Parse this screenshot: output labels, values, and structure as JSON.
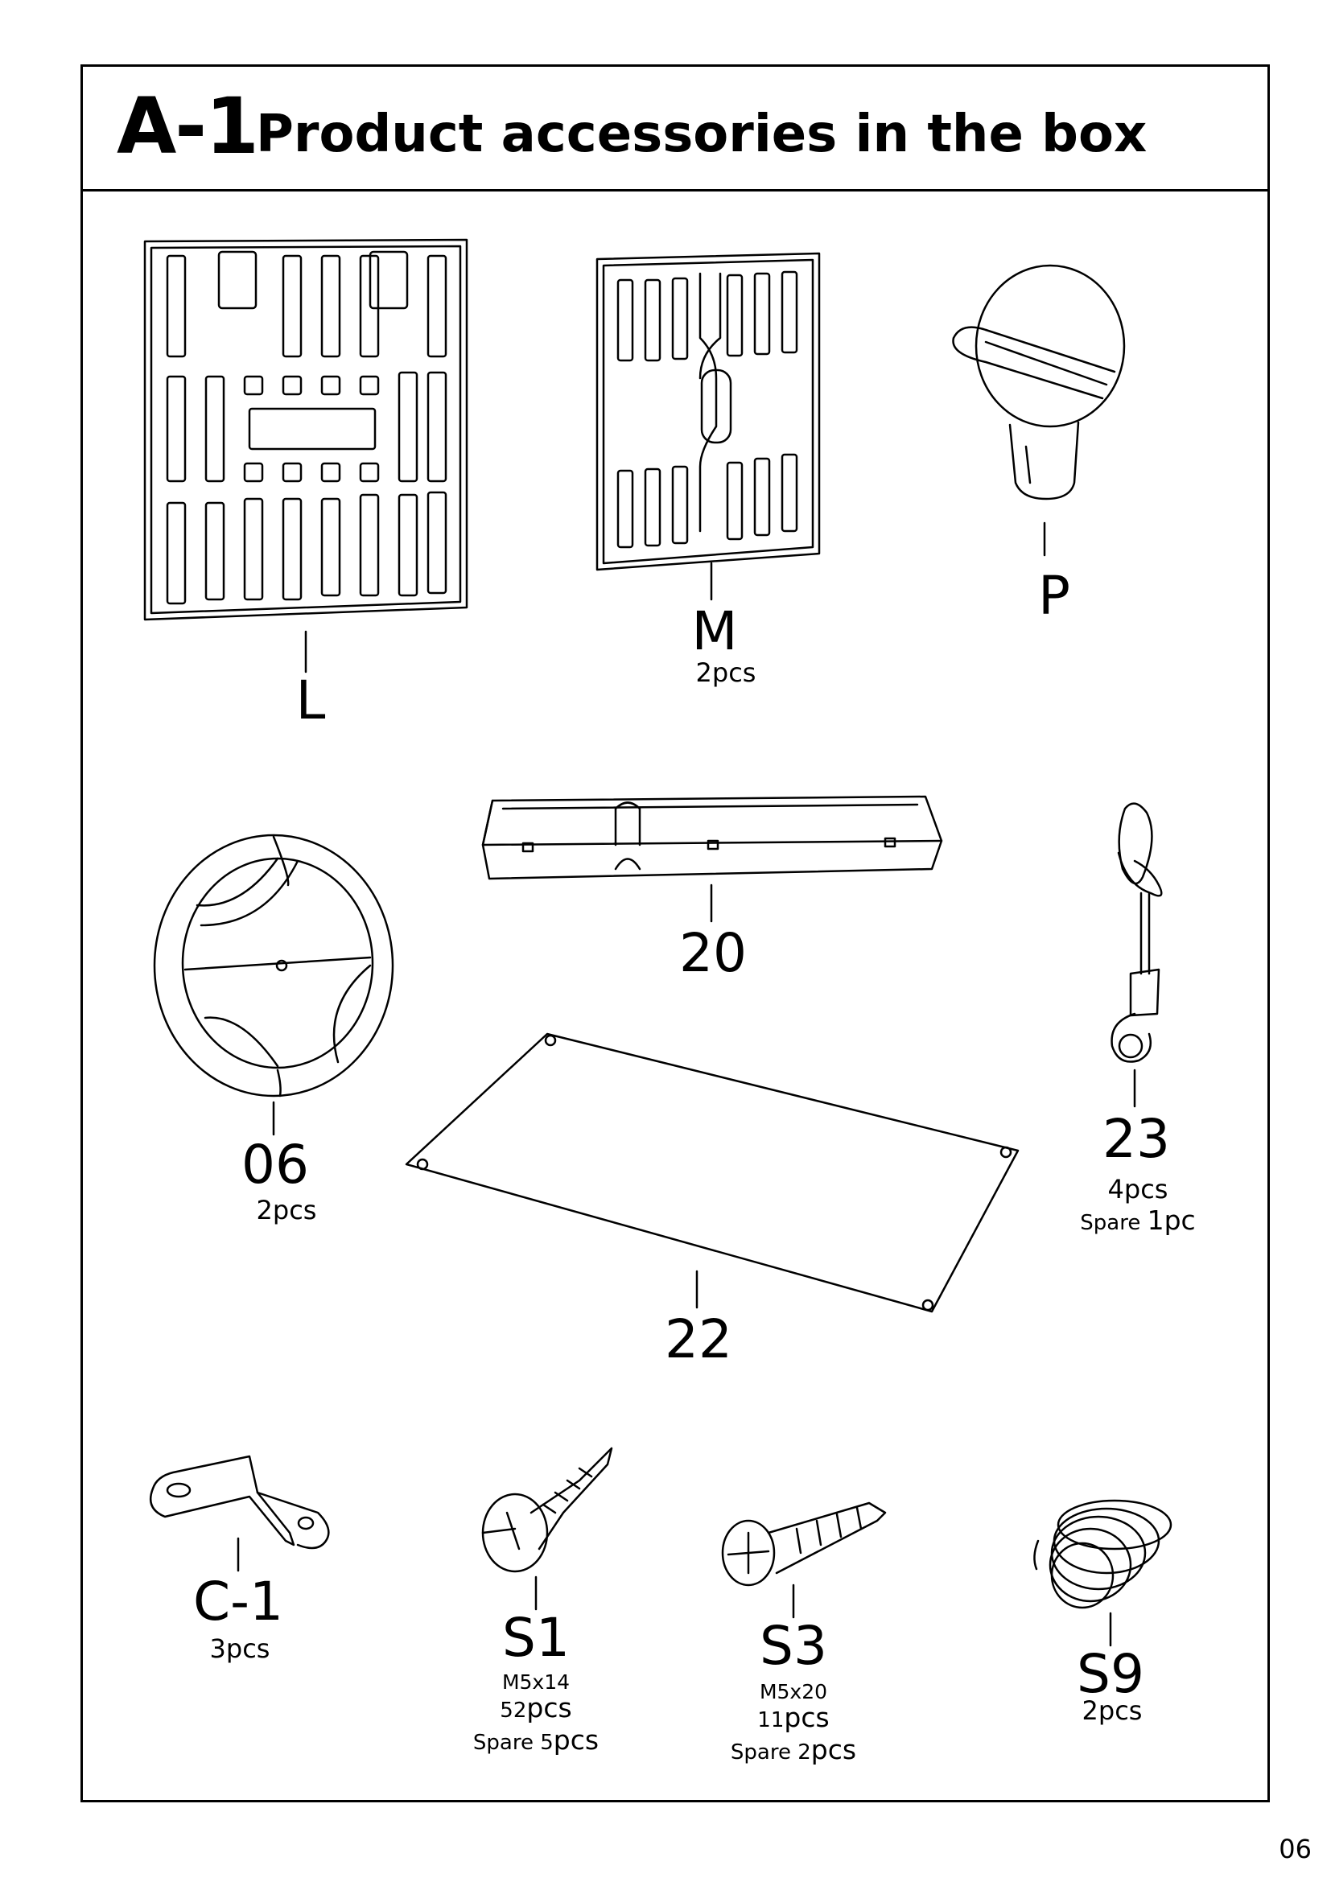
{
  "header": {
    "code": "A-1",
    "title": "Product accessories in the box"
  },
  "parts": {
    "L": {
      "name": "L"
    },
    "M": {
      "name": "M",
      "qty": "2pcs"
    },
    "P": {
      "name": "P"
    },
    "p06": {
      "name": "06",
      "qty": "2pcs"
    },
    "p20": {
      "name": "20"
    },
    "p22": {
      "name": "22"
    },
    "p23": {
      "name": "23",
      "qty": "4pcs",
      "spare_prefix": "Spare ",
      "spare_qty": "1pc"
    },
    "C1": {
      "name": "C-1",
      "qty": "3pcs"
    },
    "S1": {
      "name": "S1",
      "spec": "M5x14",
      "qty_num": "52",
      "qty_unit": "pcs",
      "spare_prefix": "Spare 5",
      "spare_unit": "pcs"
    },
    "S3": {
      "name": "S3",
      "spec": "M5x20",
      "qty_num": "11",
      "qty_unit": "pcs",
      "spare_prefix": "Spare 2",
      "spare_unit": "pcs"
    },
    "S9": {
      "name": "S9",
      "qty": "2pcs"
    }
  },
  "page_number": "06"
}
